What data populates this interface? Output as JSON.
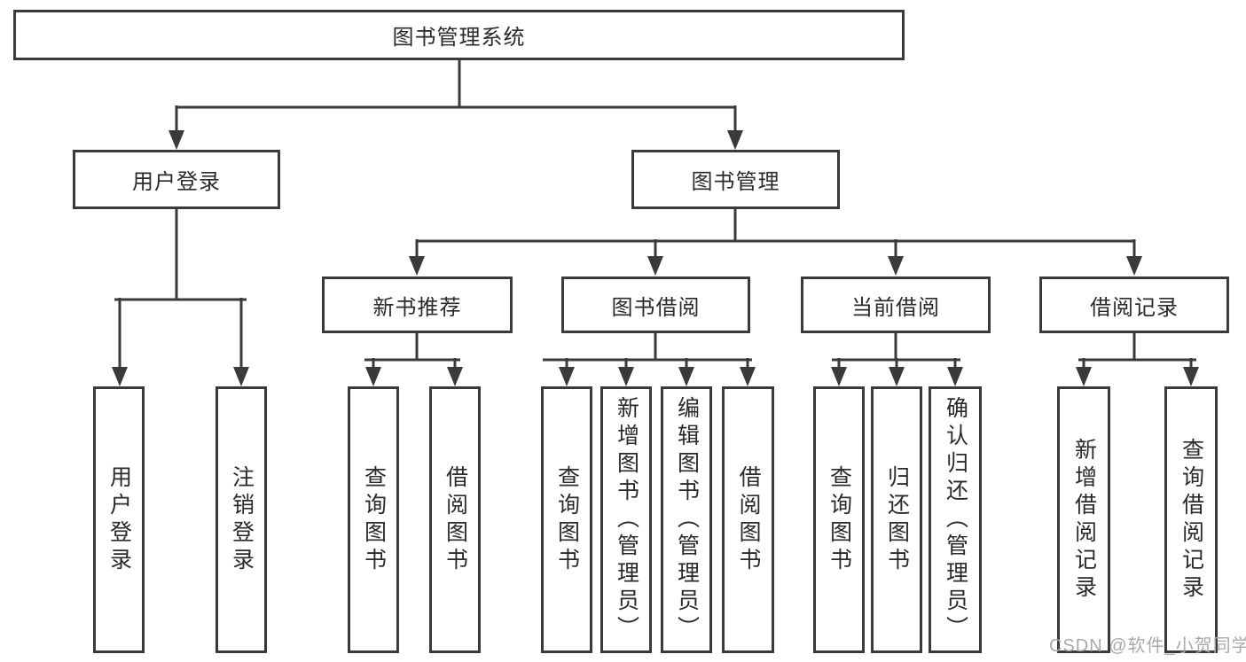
{
  "diagram": {
    "root": {
      "label": "图书管理系统"
    },
    "branches": [
      {
        "label": "用户登录",
        "children": [
          {
            "label": "用户登录"
          },
          {
            "label": "注销登录"
          }
        ]
      },
      {
        "label": "图书管理",
        "children": [
          {
            "label": "新书推荐",
            "children": [
              {
                "label": "查询图书"
              },
              {
                "label": "借阅图书"
              }
            ]
          },
          {
            "label": "图书借阅",
            "children": [
              {
                "label": "查询图书"
              },
              {
                "label": "新增图书（管理员）"
              },
              {
                "label": "编辑图书（管理员）"
              },
              {
                "label": "借阅图书"
              }
            ]
          },
          {
            "label": "当前借阅",
            "children": [
              {
                "label": "查询图书"
              },
              {
                "label": "归还图书"
              },
              {
                "label": "确认归还（管理员）"
              }
            ]
          },
          {
            "label": "借阅记录",
            "children": [
              {
                "label": "新增借阅记录"
              },
              {
                "label": "查询借阅记录"
              }
            ]
          }
        ]
      }
    ]
  },
  "watermark": "CSDN @软件_小贺同学",
  "colors": {
    "line": "#3a3a3a",
    "box_border": "#3a3a3a",
    "background": "#ffffff",
    "text": "#2a2a2a",
    "watermark_text": "#a9a9a9"
  }
}
